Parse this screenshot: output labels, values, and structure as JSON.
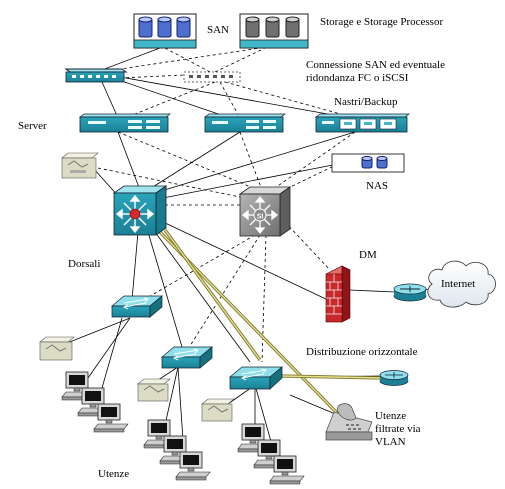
{
  "labels": {
    "san": "SAN",
    "storage": "Storage e Storage Processor",
    "connessione_1": "Connessione SAN ed eventuale",
    "connessione_2": "ridondanza FC o iSCSI",
    "nastri": "Nastri/Backup",
    "server": "Server",
    "nas": "NAS",
    "dm": "DM",
    "internet": "Internet",
    "dorsali": "Dorsali",
    "distribuzione": "Distribuzione orizzontale",
    "utenze_filtrate_1": "Utenze",
    "utenze_filtrate_2": "filtrate via",
    "utenze_filtrate_3": "VLAN",
    "utenze": "Utenze",
    "core_switch_mark": "SI"
  },
  "colors": {
    "device_teal": "#3fb7c9",
    "device_dark_teal": "#1d8aa0",
    "core_gray": "#8a8a8a",
    "firewall_red": "#c8282a",
    "vlan_link": "#b9b35a",
    "disk_blue": "#4f6fd0"
  },
  "icons": {
    "storage": "disk-array-icon",
    "switch": "network-switch-icon",
    "router": "router-icon",
    "firewall": "firewall-icon",
    "cloud": "internet-cloud-icon",
    "workstation": "workstation-icon",
    "printer": "printer-icon",
    "phone": "ip-phone-icon",
    "core": "layer3-switch-icon"
  }
}
